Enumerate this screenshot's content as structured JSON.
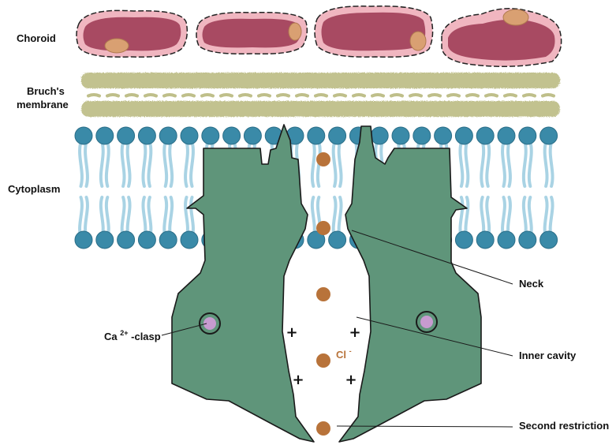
{
  "labels": {
    "choroid": "Choroid",
    "bruchs_line1": "Bruch's",
    "bruchs_line2": "membrane",
    "cytoplasm": "Cytoplasm",
    "neck": "Neck",
    "inner_cavity": "Inner cavity",
    "second_restriction": "Second restriction",
    "calcium_base": "Ca",
    "calcium_sup": "2+",
    "calcium_suffix": "-clasp",
    "chloride_base": "Cl",
    "chloride_sup": "-",
    "plus": "+"
  },
  "colors": {
    "channel": "#5f957a",
    "channel_stroke": "#1a1a1a",
    "lipid_head": "#3a8aa8",
    "lipid_tail": "#a9d3e4",
    "chloride_ion": "#b8733a",
    "calcium_fill": "#c79bd0",
    "choroid_outer": "#f0b6c0",
    "choroid_inner": "#a84a62",
    "choroid_nucleus": "#d9a072",
    "bruchs": "#bfbf8a"
  }
}
